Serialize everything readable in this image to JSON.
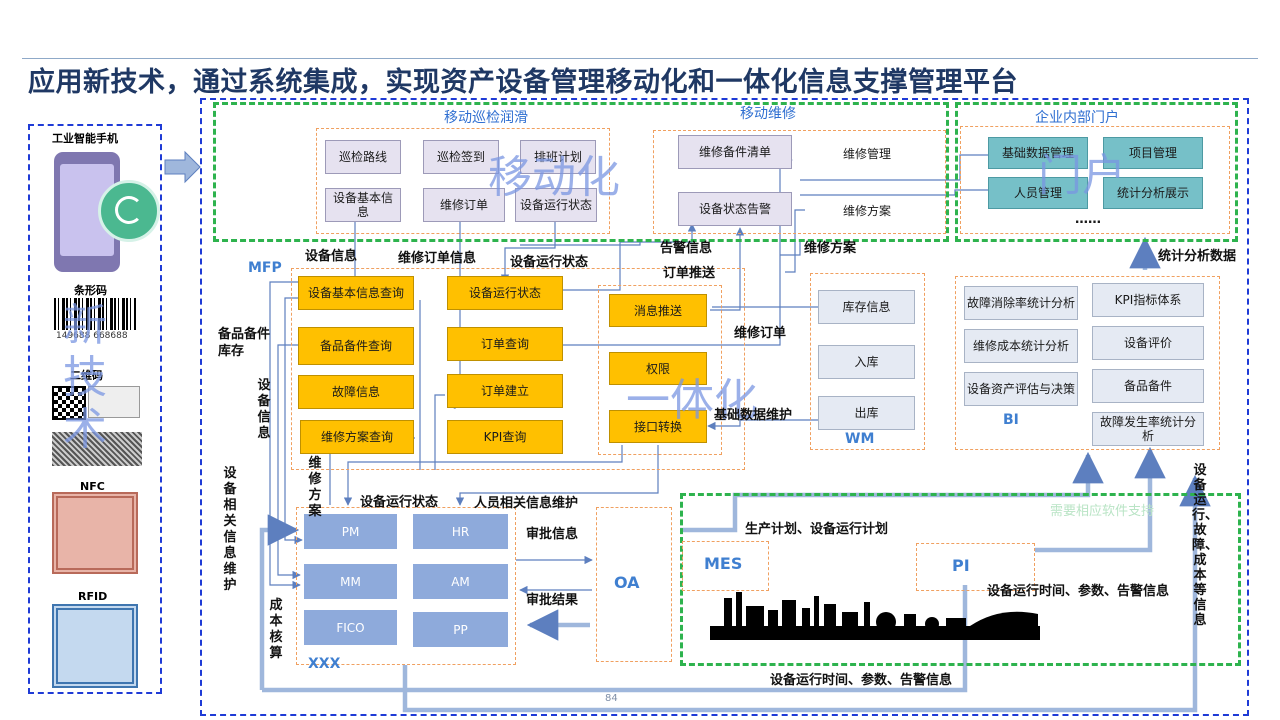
{
  "title": "应用新技术，通过系统集成，实现资产设备管理移动化和一体化信息支撑管理平台",
  "devices": {
    "phone": "工业智能手机",
    "barcode": "条形码",
    "barcode_number": "149688 668688",
    "qrcode": "二维码",
    "nfc": "NFC",
    "rfid": "RFID"
  },
  "watermarks": {
    "left": "新技术",
    "mobile": "移动化",
    "portal": "门户",
    "integrated": "一体化"
  },
  "sections": {
    "mobile_inspection": "移动巡检润滑",
    "mobile_maintenance": "移动维修",
    "enterprise_portal": "企业内部门户",
    "mfp": "MFP",
    "wm": "WM",
    "bi": "BI",
    "xxx": "XXX"
  },
  "mobile_inspection_items": [
    "巡检路线",
    "巡检签到",
    "排班计划",
    "设备基本信息",
    "维修订单",
    "设备运行状态"
  ],
  "mobile_maintenance": {
    "boxes": [
      "维修备件清单",
      "设备状态告警"
    ],
    "labels": [
      "维修管理",
      "维修方案"
    ]
  },
  "portal": {
    "boxes": [
      "基础数据管理",
      "项目管理",
      "人员管理",
      "统计分析展示"
    ],
    "ellipsis": "……"
  },
  "mfp_items": {
    "left": [
      "设备基本信息查询",
      "备品备件查询",
      "故障信息",
      "维修方案查询"
    ],
    "middle": [
      "设备运行状态",
      "订单查询",
      "订单建立",
      "KPI查询"
    ],
    "right": [
      "消息推送",
      "权限",
      "接口转换"
    ]
  },
  "wm_items": [
    "库存信息",
    "入库",
    "出库"
  ],
  "bi_items": {
    "left": [
      "故障消除率统计分析",
      "维修成本统计分析",
      "设备资产评估与决策"
    ],
    "right": [
      "KPI指标体系",
      "设备评价",
      "备品备件",
      "故障发生率统计分析"
    ]
  },
  "erp_modules": [
    "PM",
    "HR",
    "MM",
    "AM",
    "FICO",
    "PP"
  ],
  "systems": {
    "oa": "OA",
    "mes": "MES",
    "pi": "PI"
  },
  "flow_labels": {
    "equip_info": "设备信息",
    "repair_order_info": "维修订单信息",
    "equip_run_status": "设备运行状态",
    "alarm_info": "告警信息",
    "repair_plan": "维修方案",
    "order_push": "订单推送",
    "repair_order": "维修订单",
    "basic_data_maint": "基础数据维护",
    "stat_data": "统计分析数据",
    "spare_parts_stock": "备品备件库存",
    "equip_info_v": "设备信息",
    "equip_related_maint_v": "设备相关信息维护",
    "repair_plan_v": "维修方案",
    "run_status_2": "设备运行状态",
    "personnel_maint": "人员相关信息维护",
    "approval_info": "审批信息",
    "approval_result": "审批结果",
    "cost_accounting_v": "成本核算",
    "production_plan": "生产计划、设备运行计划",
    "run_time_params": "设备运行时间、参数、告警信息",
    "run_time_params_bottom": "设备运行时间、参数、告警信息",
    "right_vertical": "设备运行、故障、成本等信息",
    "need_support": "需要相应软件支持"
  },
  "page_number": "84"
}
